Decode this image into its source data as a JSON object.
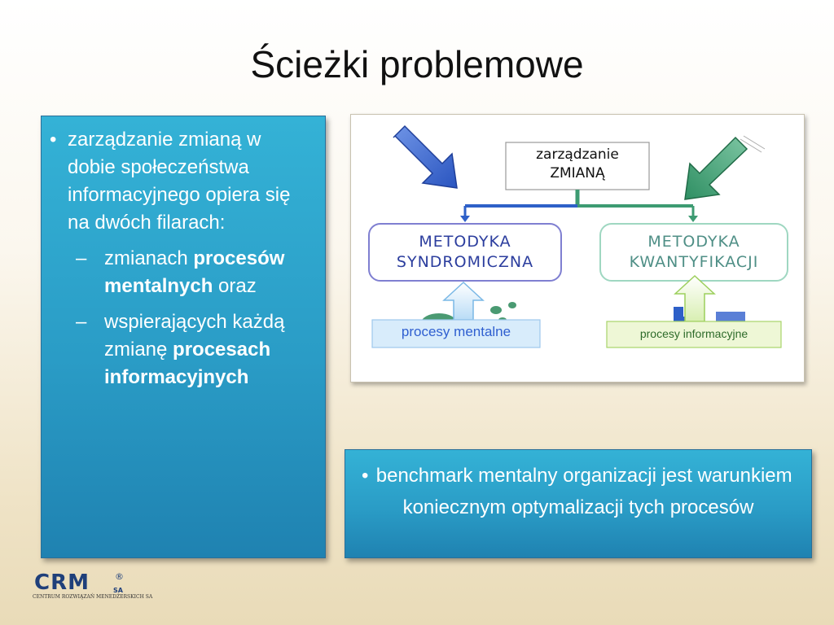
{
  "slide": {
    "title": "Ścieżki problemowe"
  },
  "left_panel": {
    "bullet": "zarządzanie zmianą w dobie społeczeństwa informacyjnego opiera się na dwóch filarach:",
    "sub_items": [
      {
        "prefix": "zmianach ",
        "bold": "procesów mentalnych",
        "suffix": " oraz"
      },
      {
        "prefix": "wspierających każdą zmianę ",
        "bold": "procesach informacyjnych",
        "suffix": ""
      }
    ]
  },
  "diagram": {
    "top_box_line1": "zarządzanie",
    "top_box_line2": "ZMIANĄ",
    "left_box_line1": "METODYKA",
    "left_box_line2": "SYNDROMICZNA",
    "right_box_line1": "METODYKA",
    "right_box_line2": "KWANTYFIKACJI",
    "left_label": "procesy mentalne",
    "right_label": "procesy informacyjne",
    "colors": {
      "blue": "#2e60c8",
      "green": "#3d9b72",
      "light_blue_label": "#d8ecfb",
      "light_green_label": "#eef7d6"
    }
  },
  "bottom_panel": {
    "bullet": "benchmark mentalny organizacji jest warunkiem koniecznym optymalizacji tych procesów"
  },
  "logo": {
    "mark": "CRM",
    "sa": "SA",
    "caption": "CENTRUM ROZWIĄZAŃ MENEDŻERSKICH SA"
  }
}
